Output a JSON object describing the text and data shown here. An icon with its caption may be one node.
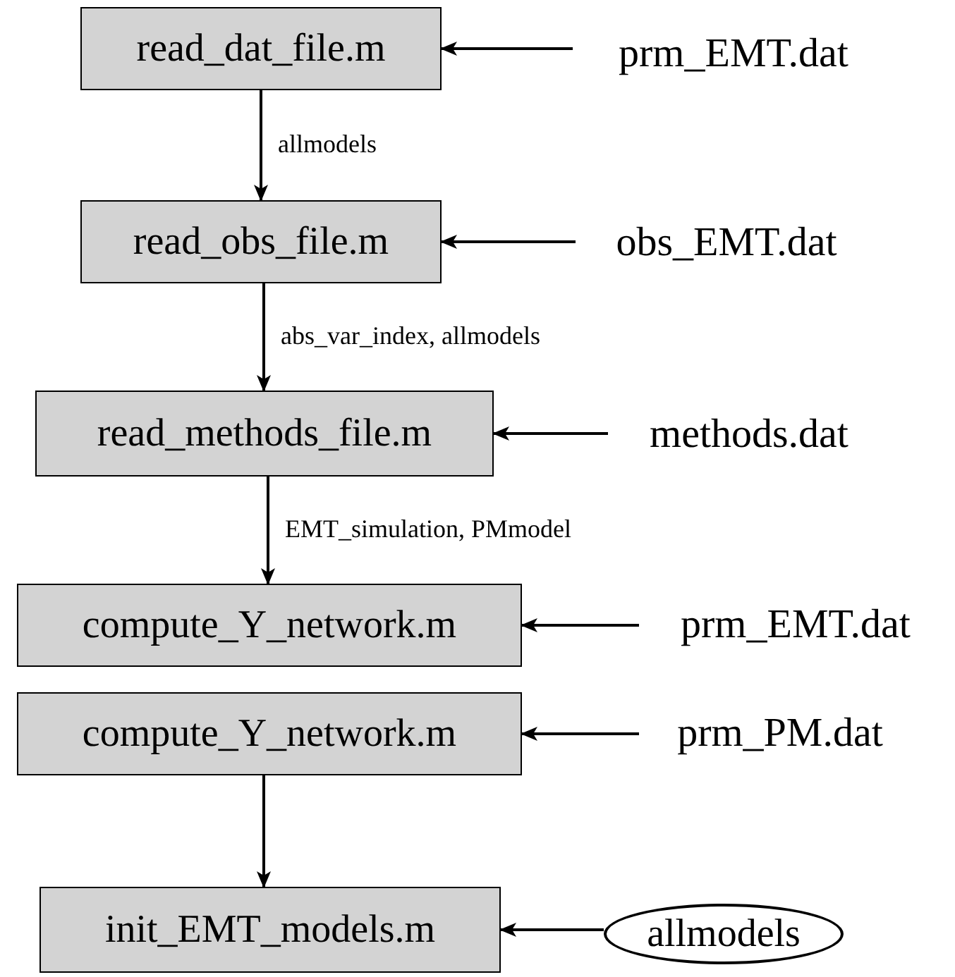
{
  "diagram": {
    "nodes": [
      {
        "text": [
          "read_dat_file.m"
        ]
      },
      {
        "text": [
          "prm_EMT.dat"
        ]
      },
      {
        "text": [
          "read_obs_file.m"
        ]
      },
      {
        "text": [
          "obs_EMT.dat"
        ]
      },
      {
        "text": [
          "read_methods_file.m"
        ]
      },
      {
        "text": [
          "methods.dat"
        ]
      },
      {
        "text": [
          "compute_Y_network.m"
        ]
      },
      {
        "text": [
          "prm_EMT.dat"
        ]
      },
      {
        "text": [
          "compute_Y_network.m"
        ]
      },
      {
        "text": [
          "prm_PM.dat"
        ]
      },
      {
        "text": [
          "init_EMT_models.m"
        ]
      },
      {
        "text": [
          "allmodels"
        ]
      }
    ],
    "edges": [
      {
        "from": 1,
        "to": 0,
        "arrow": "to"
      },
      {
        "from": 0,
        "to": 2,
        "arrow": "to",
        "label": "allmodels"
      },
      {
        "from": 3,
        "to": 2,
        "arrow": "to"
      },
      {
        "from": 2,
        "to": 4,
        "arrow": "to",
        "label": "abs_var_index, allmodels"
      },
      {
        "from": 5,
        "to": 4,
        "arrow": "to"
      },
      {
        "from": 4,
        "to": 6,
        "arrow": "to",
        "label": "EMT_simulation, PMmodel"
      },
      {
        "from": 7,
        "to": 6,
        "arrow": "to"
      },
      {
        "from": 9,
        "to": 8,
        "arrow": "to"
      },
      {
        "from": 8,
        "to": 10,
        "arrow": "to"
      },
      {
        "from": 11,
        "to": 10,
        "arrow": "to"
      }
    ]
  }
}
